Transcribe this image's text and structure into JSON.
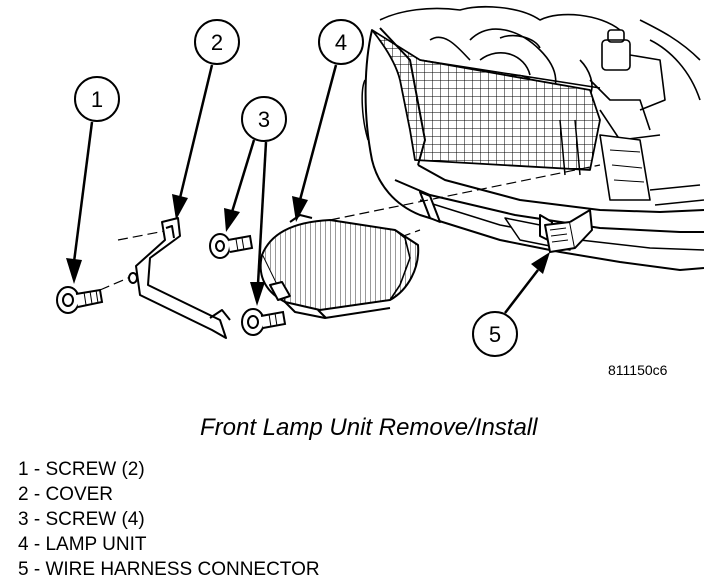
{
  "figure": {
    "id": "811150c6",
    "caption": "Front Lamp Unit Remove/Install"
  },
  "callouts": [
    {
      "number": "1",
      "description": "SCREW (2)"
    },
    {
      "number": "2",
      "description": "COVER"
    },
    {
      "number": "3",
      "description": "SCREW (4)"
    },
    {
      "number": "4",
      "description": "LAMP UNIT"
    },
    {
      "number": "5",
      "description": "WIRE HARNESS CONNECTOR"
    }
  ],
  "legend": [
    "1 - SCREW (2)",
    "2 - COVER",
    "3 - SCREW (4)",
    "4 - LAMP UNIT",
    "5 - WIRE HARNESS CONNECTOR"
  ]
}
